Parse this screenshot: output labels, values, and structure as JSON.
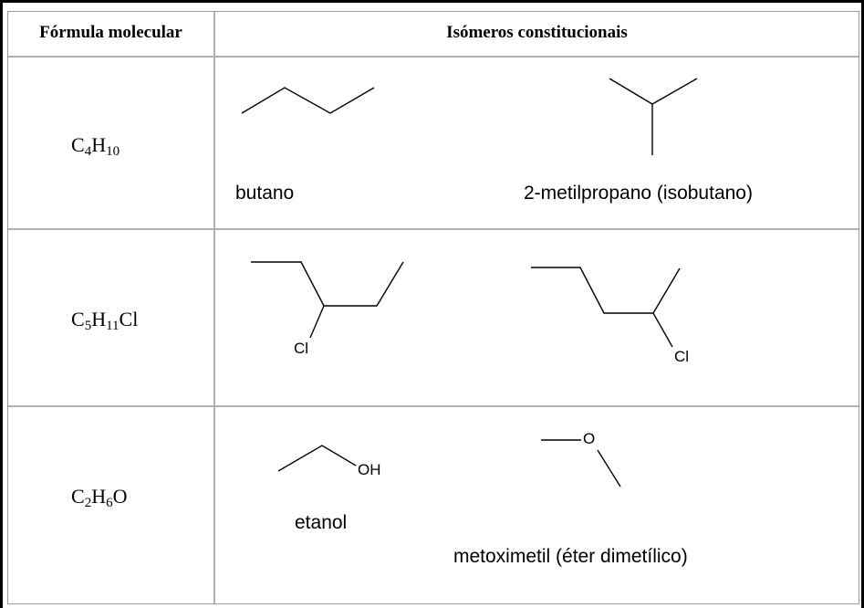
{
  "table": {
    "headers": {
      "formula": "Fórmula molecular",
      "isomers": "Isómeros constitucionais"
    },
    "rows": [
      {
        "formula": {
          "c": "4",
          "h": "10",
          "extra": "",
          "o": ""
        },
        "isomers": [
          {
            "name": "butano",
            "atoms": []
          },
          {
            "name": "2-metilpropano (isobutano)",
            "atoms": []
          }
        ]
      },
      {
        "formula": {
          "c": "5",
          "h": "11",
          "extra": "Cl",
          "o": ""
        },
        "isomers": [
          {
            "name": "",
            "atoms": [
              "Cl"
            ]
          },
          {
            "name": "",
            "atoms": [
              "Cl"
            ]
          }
        ]
      },
      {
        "formula": {
          "c": "2",
          "h": "6",
          "extra": "",
          "o": "O"
        },
        "isomers": [
          {
            "name": "etanol",
            "atoms": [
              "OH"
            ]
          },
          {
            "name": "metoximetil (éter dimetílico)",
            "atoms": [
              "O"
            ]
          }
        ]
      }
    ]
  }
}
